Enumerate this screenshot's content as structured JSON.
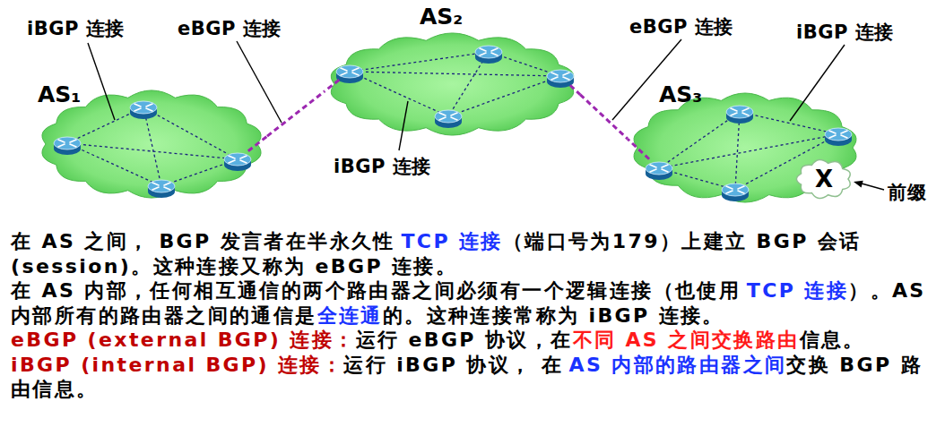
{
  "diagram": {
    "nodes": [
      {
        "text": [
          "AS₁"
        ]
      },
      {
        "text": [
          "AS₂"
        ]
      },
      {
        "text": [
          "AS₃"
        ]
      },
      {
        "text": [
          "X"
        ],
        "in": 2
      }
    ],
    "edges": [
      {
        "from": 0,
        "to": 1,
        "arrow": "none"
      },
      {
        "from": 1,
        "to": 2,
        "arrow": "none"
      }
    ],
    "labels": [
      "iBGP 连接",
      "eBGP 连接",
      "eBGP 连接",
      "iBGP 连接",
      "iBGP 连接",
      "前缀",
      "在 AS 之间， BGP 发言者在半永久性",
      "TCP 连接",
      "（端口号为179）上建立 BGP 会话 (session)。这种连接又称为 eBGP 连接。",
      "在 AS 内部，任何相互通信的两个路由器之间必须有一个逻辑连接（也使用",
      "TCP 连接",
      "）。AS 内部所有的路由器之间的通信是",
      "全连通",
      "的。这种连接常称为 iBGP 连接。",
      "eBGP (external BGP) 连接：",
      "运行 eBGP 协议，在",
      "不同 AS 之间交换路由",
      "信息。",
      "iBGP (internal BGP) 连接：",
      "运行 iBGP 协议， 在",
      "AS 内部的路由器之间",
      "交换 BGP 路由信息。"
    ]
  }
}
